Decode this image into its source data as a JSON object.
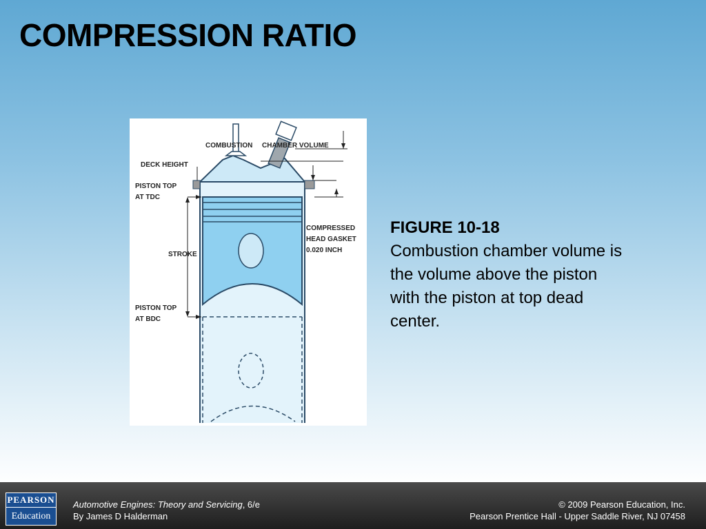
{
  "slide": {
    "title": "COMPRESSION RATIO"
  },
  "figure": {
    "labels": {
      "combustion": "COMBUSTION",
      "chamber_volume": "CHAMBER VOLUME",
      "deck_height": "DECK HEIGHT",
      "piston_top_tdc_line1": "PISTON TOP",
      "piston_top_tdc_line2": "AT TDC",
      "stroke": "STROKE",
      "compressed_line1": "COMPRESSED",
      "compressed_line2": "HEAD GASKET",
      "compressed_line3": "0.020 INCH",
      "piston_top_bdc_line1": "PISTON TOP",
      "piston_top_bdc_line2": "AT BDC"
    }
  },
  "caption": {
    "title": "FIGURE 10-18",
    "text": "Combustion chamber volume is the volume above the piston with the piston at top dead center."
  },
  "footer": {
    "logo_top": "PEARSON",
    "logo_bottom": "Education",
    "book_title": "Automotive Engines: Theory and Servicing",
    "book_edition": ", 6/e",
    "author": "By James D Halderman",
    "copyright": "© 2009 Pearson Education, Inc.",
    "publisher": "Pearson Prentice Hall - Upper Saddle River, NJ 07458"
  },
  "colors": {
    "piston_fill": "#8fd0f0",
    "cylinder_fill": "#e3f3fb",
    "outline": "#2a4a66",
    "pearson_blue": "#1a4e91"
  }
}
